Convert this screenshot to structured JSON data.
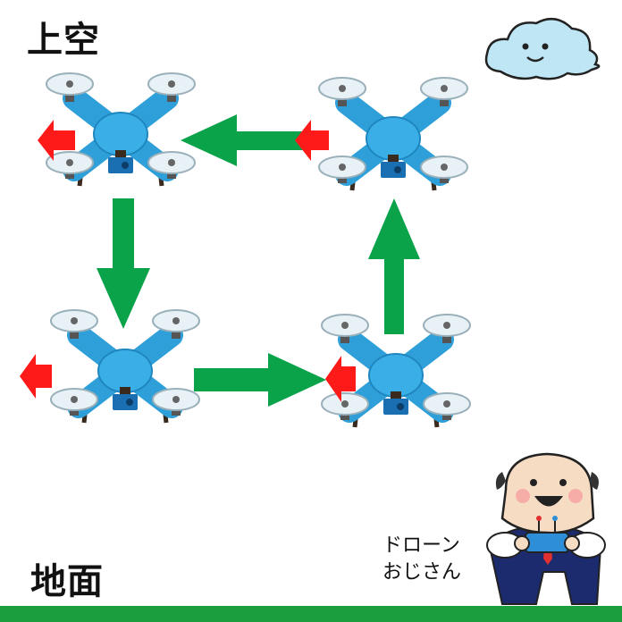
{
  "labels": {
    "sky": "上空",
    "ground": "地面",
    "operator_line1": "ドローン",
    "operator_line2": "おじさん"
  },
  "colors": {
    "ground": "#1a9e3e",
    "path_arrow": "#0aa34a",
    "motion_arrow": "#ff1a1a",
    "drone_body": "#2e9fd8",
    "drone_camera": "#1a6fb3",
    "cloud": "#bfe6f5"
  },
  "icons": {
    "cloud": "cloud-face-icon",
    "drone": "quadcopter-drone-icon",
    "operator": "drone-operator-man-icon"
  }
}
